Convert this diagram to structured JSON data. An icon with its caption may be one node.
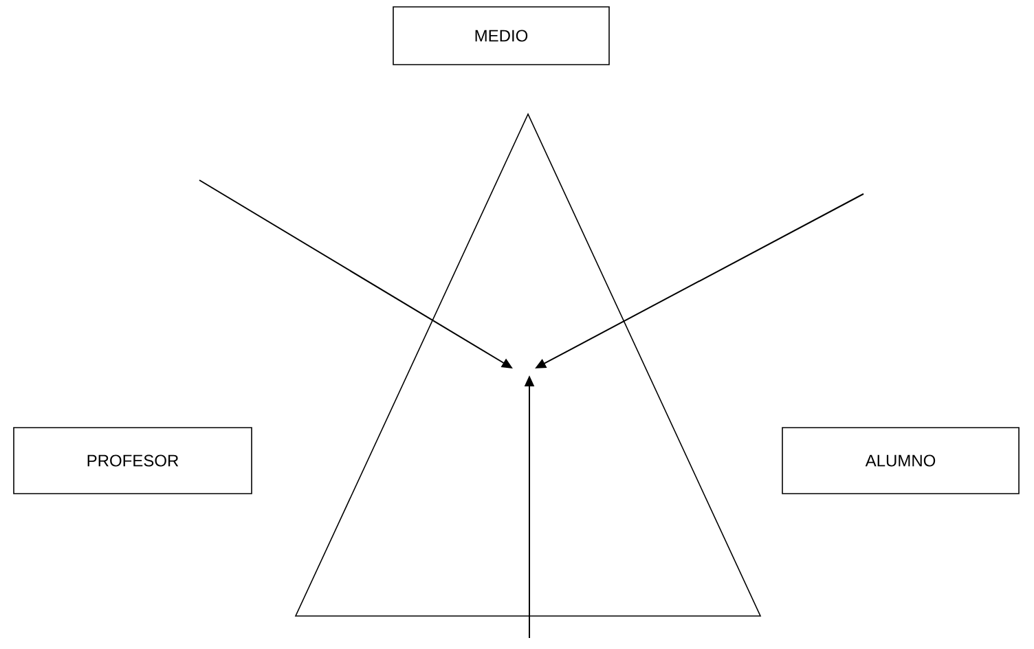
{
  "diagram": {
    "nodes": [
      {
        "text": [
          "MEDIO"
        ]
      },
      {
        "text": [
          "PROFESOR"
        ]
      },
      {
        "text": [
          "ALUMNO"
        ]
      },
      {
        "text": [],
        "shape": "triangle"
      }
    ],
    "edges": [
      {
        "from": null,
        "to": 3,
        "arrow": "to"
      },
      {
        "from": null,
        "to": 3,
        "arrow": "to"
      },
      {
        "from": null,
        "to": 3,
        "arrow": "to"
      }
    ]
  }
}
